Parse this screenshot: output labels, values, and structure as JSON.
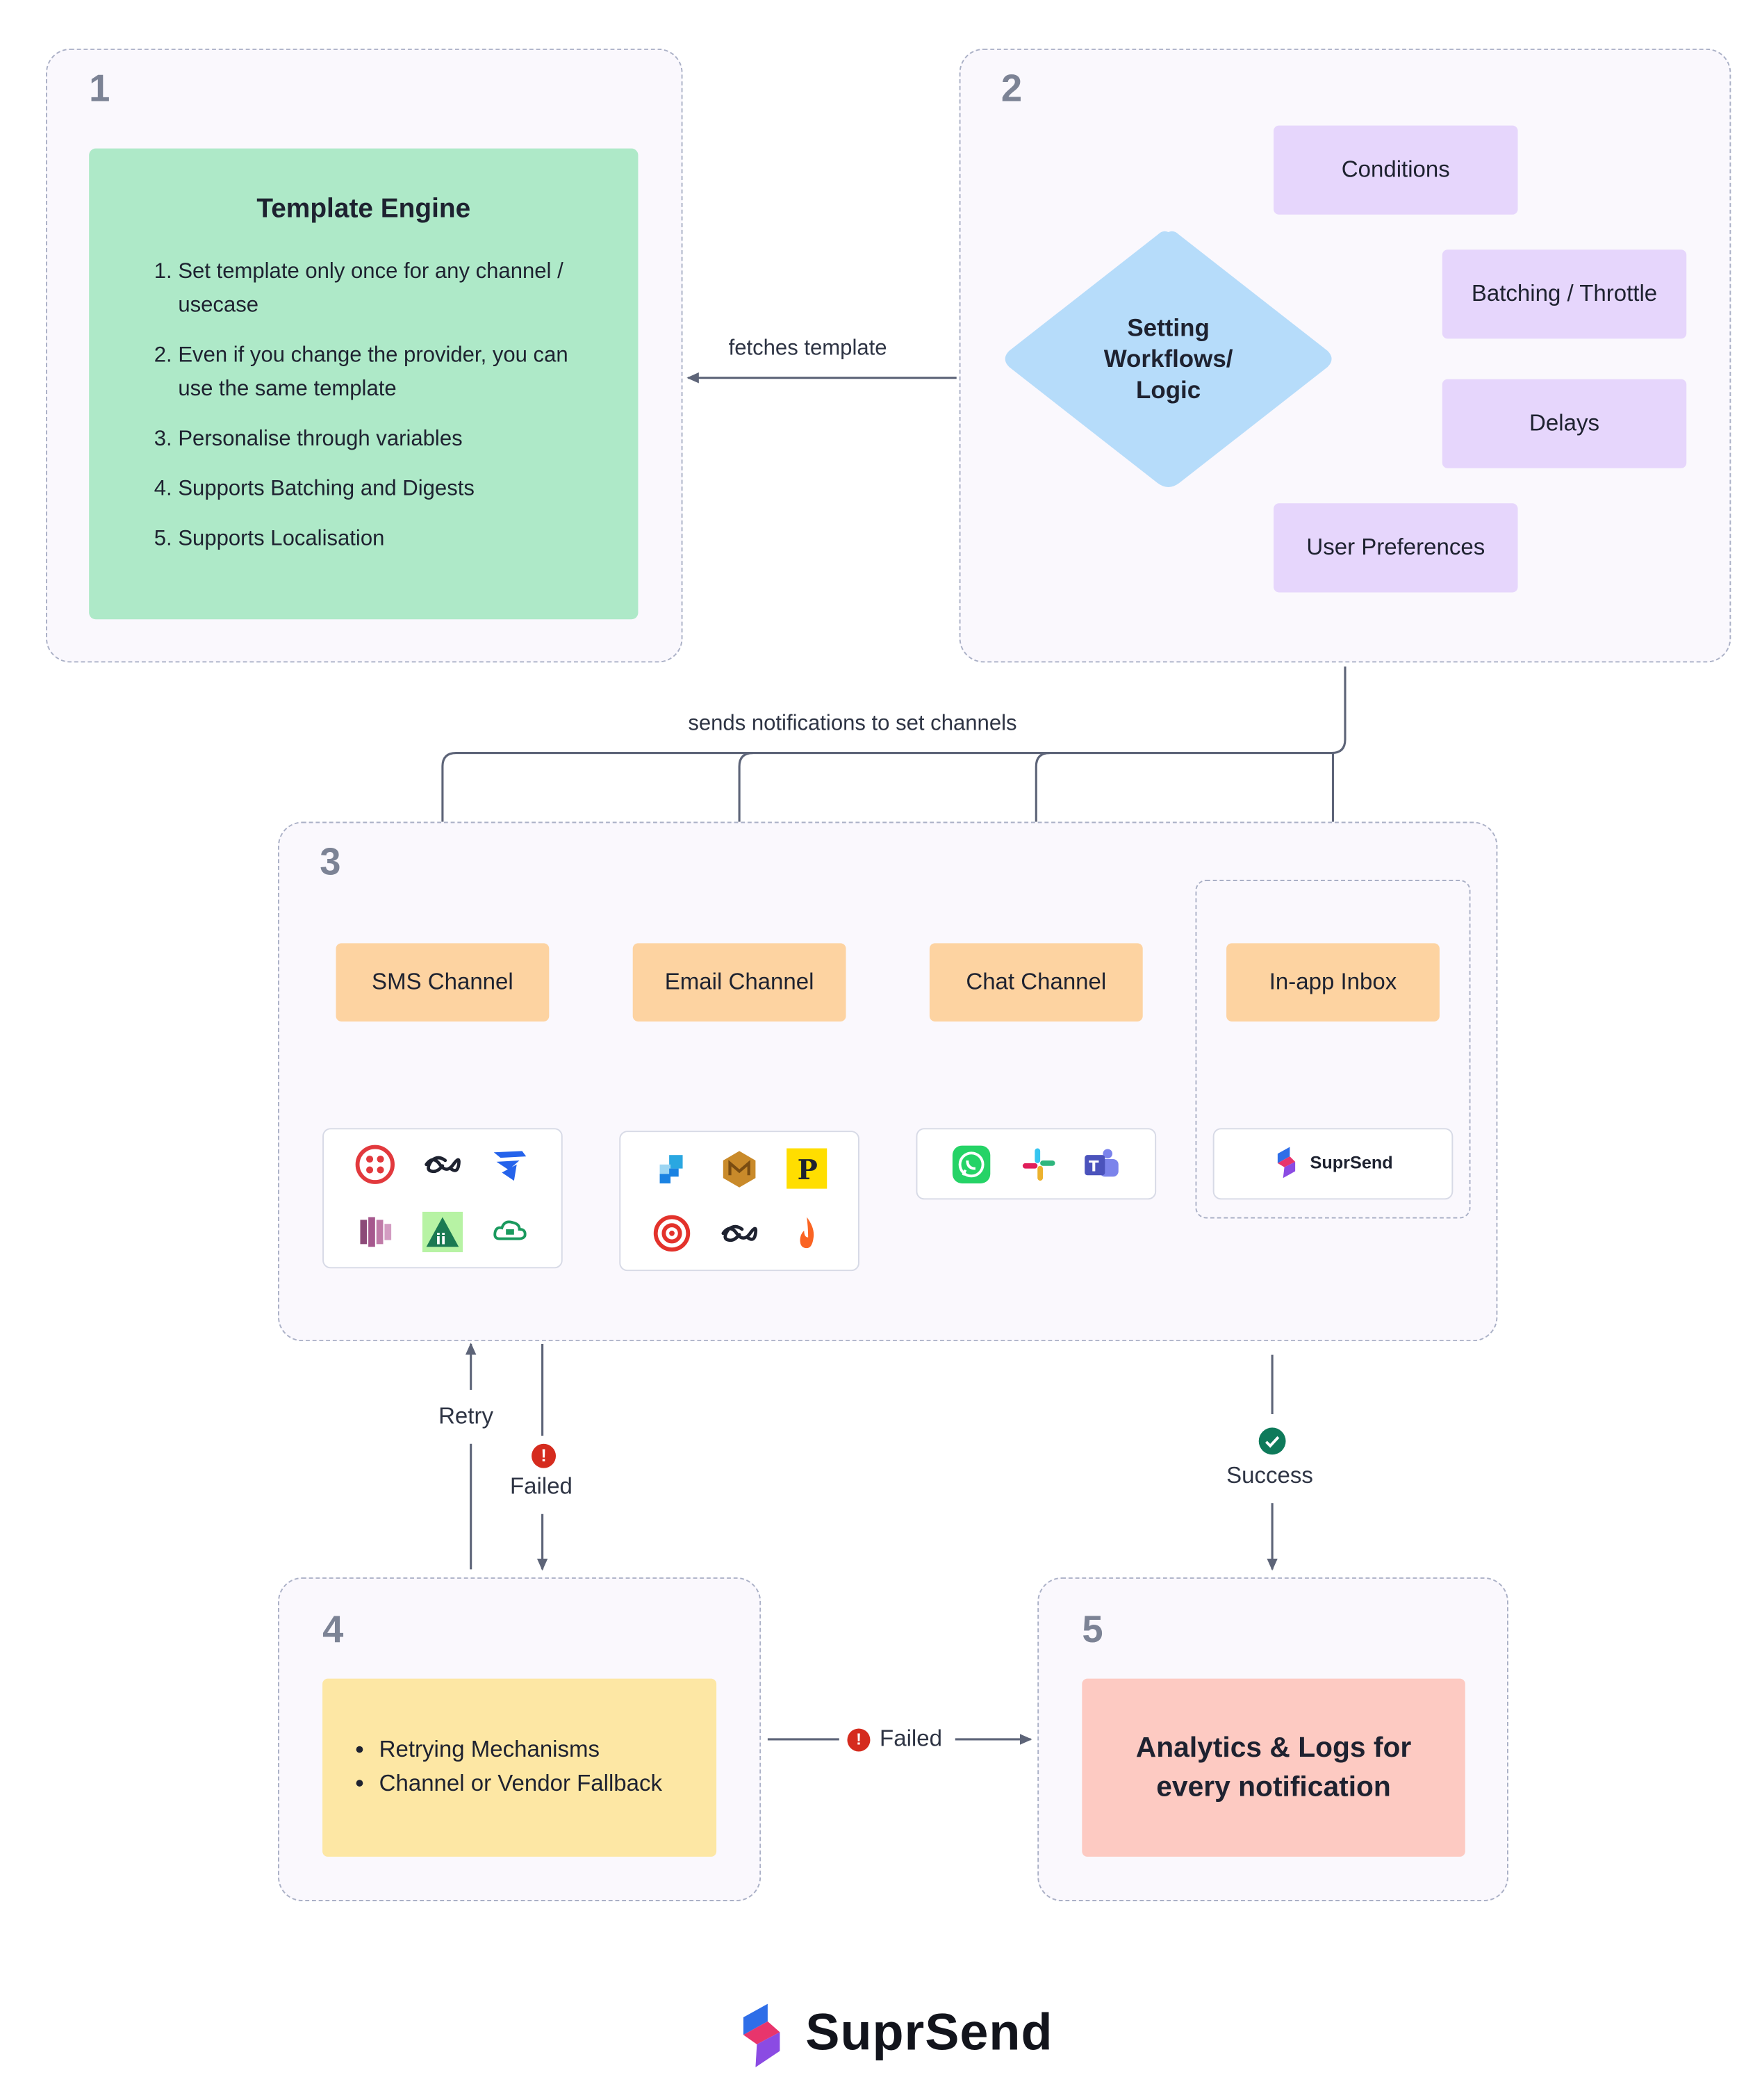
{
  "section1": {
    "number": "1",
    "title": "Template Engine",
    "items": [
      "Set template only once for any channel / usecase",
      "Even if you change the provider, you can use the same template",
      "Personalise through variables",
      "Supports Batching and Digests",
      "Supports Localisation"
    ]
  },
  "section2": {
    "number": "2",
    "diamond": "Setting Workflows/ Logic",
    "conditions": "Conditions",
    "batching": "Batching / Throttle",
    "delays": "Delays",
    "preferences": "User Preferences"
  },
  "edge_fetch": "fetches template",
  "edge_sends": "sends notifications to set channels",
  "section3": {
    "number": "3",
    "channels": [
      "SMS Channel",
      "Email Channel",
      "Chat Channel",
      "In-app Inbox"
    ],
    "inbox_provider": "SuprSend"
  },
  "edge_retry": "Retry",
  "edge_failed_down": "Failed",
  "edge_success": "Success",
  "edge_failed_right": "Failed",
  "section4": {
    "number": "4",
    "items": [
      "Retrying Mechanisms",
      "Channel or Vendor Fallback"
    ]
  },
  "section5": {
    "number": "5",
    "title": "Analytics & Logs for every notification"
  },
  "footer_brand": "SuprSend",
  "colors": {
    "template_green": "#aee9c8",
    "logic_blue": "#b6dcfa",
    "node_purple": "#e6d6fc",
    "channel_orange": "#fdd3a1",
    "fallback_yellow": "#fde7a4",
    "analytics_pink": "#fdcac2",
    "failed_red": "#d52b1e",
    "success_green": "#0e7a5a"
  }
}
